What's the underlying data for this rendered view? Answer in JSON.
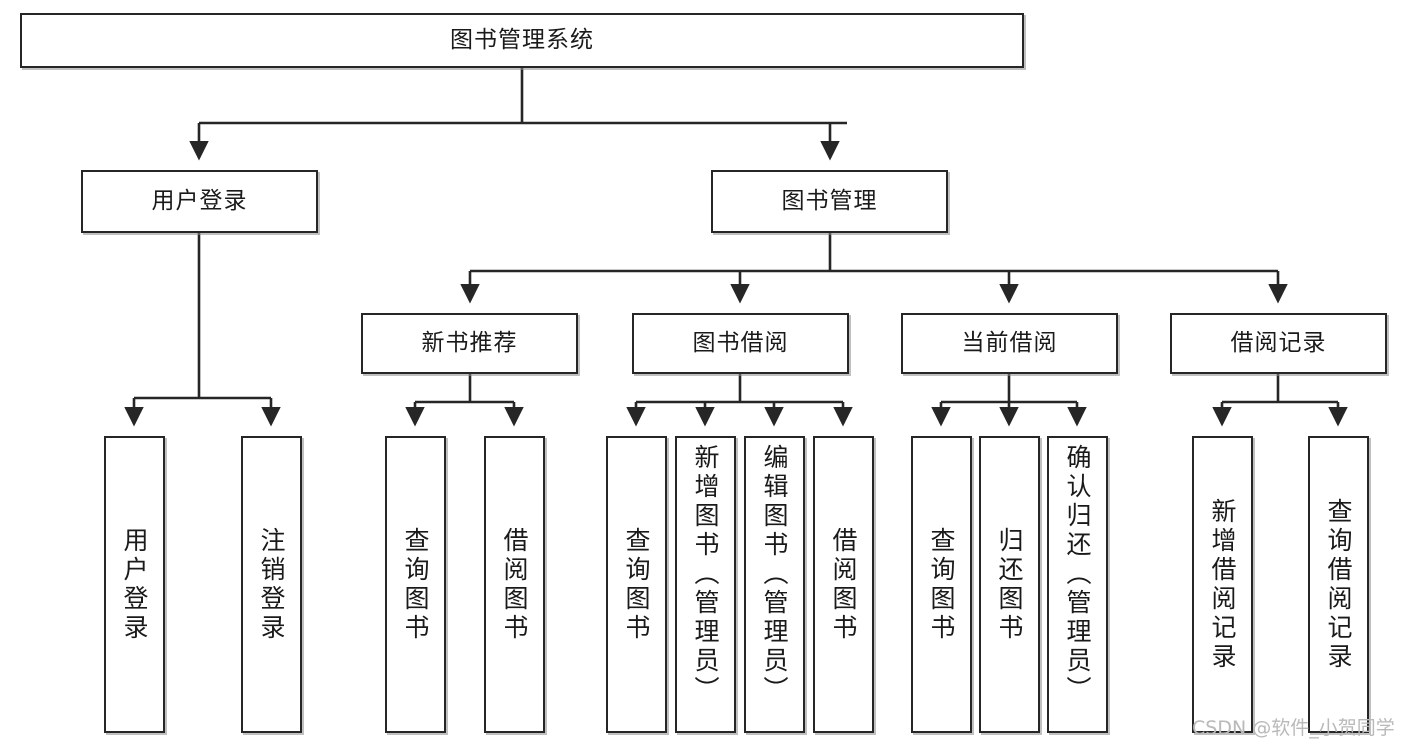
{
  "diagram": {
    "title": "图书管理系统",
    "type": "tree",
    "watermark": "CSDN @软件_小贺同学",
    "colors": {
      "stroke": "#262626",
      "fill": "#ffffff",
      "text": "#1a1a1a",
      "watermark": "#b9b9b9",
      "shadow": "#8c8c8c"
    },
    "nodes": {
      "root": {
        "label": "图书管理系统"
      },
      "level2": [
        {
          "id": "user-login",
          "label": "用户登录"
        },
        {
          "id": "book-management",
          "label": "图书管理"
        }
      ],
      "level3": [
        {
          "id": "new-book-recommend",
          "label": "新书推荐"
        },
        {
          "id": "book-borrow",
          "label": "图书借阅"
        },
        {
          "id": "current-borrow",
          "label": "当前借阅"
        },
        {
          "id": "borrow-record",
          "label": "借阅记录"
        }
      ],
      "leaves": {
        "user-login": [
          {
            "id": "leaf-user-login",
            "label": "用户登录"
          },
          {
            "id": "leaf-logout-login",
            "label": "注销登录"
          }
        ],
        "new-book-recommend": [
          {
            "id": "leaf-query-book-1",
            "label": "查询图书"
          },
          {
            "id": "leaf-borrow-book-1",
            "label": "借阅图书"
          }
        ],
        "book-borrow": [
          {
            "id": "leaf-query-book-2",
            "label": "查询图书"
          },
          {
            "id": "leaf-add-book",
            "label": "新增图书（管理员）"
          },
          {
            "id": "leaf-edit-book",
            "label": "编辑图书（管理员）"
          },
          {
            "id": "leaf-borrow-book-2",
            "label": "借阅图书"
          }
        ],
        "current-borrow": [
          {
            "id": "leaf-query-book-3",
            "label": "查询图书"
          },
          {
            "id": "leaf-return-book",
            "label": "归还图书"
          },
          {
            "id": "leaf-confirm-return",
            "label": "确认归还（管理员）"
          }
        ],
        "borrow-record": [
          {
            "id": "leaf-add-record",
            "label": "新增借阅记录"
          },
          {
            "id": "leaf-query-record",
            "label": "查询借阅记录"
          }
        ]
      }
    }
  }
}
